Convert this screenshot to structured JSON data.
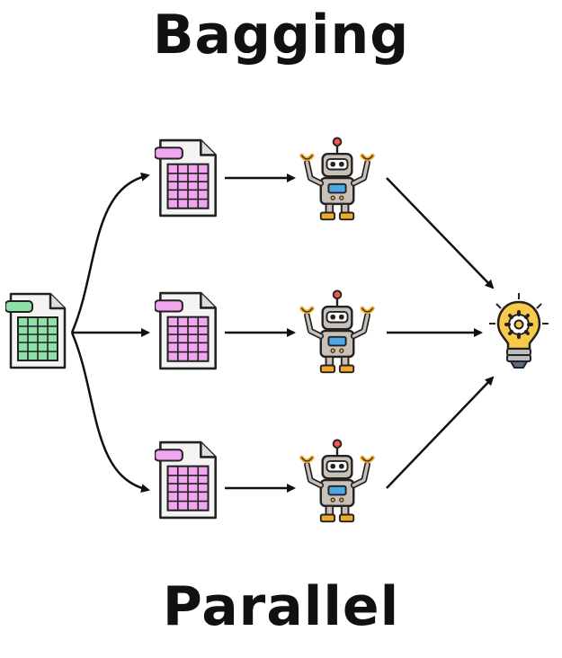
{
  "title": "Bagging",
  "caption": "Parallel",
  "colors": {
    "source_table": "#8fe0a8",
    "sample_table": "#f1a6ef",
    "robot_body": "#c9c1b8",
    "robot_accent": "#f2a72e",
    "robot_screen": "#4aa8e8",
    "bulb": "#f8c94a",
    "arrow": "#111111"
  },
  "icons": {
    "source": "source-data-table-icon",
    "sample": "bootstrap-sample-table-icon",
    "model": "robot-model-icon",
    "result": "lightbulb-gear-icon"
  },
  "rows": 3
}
